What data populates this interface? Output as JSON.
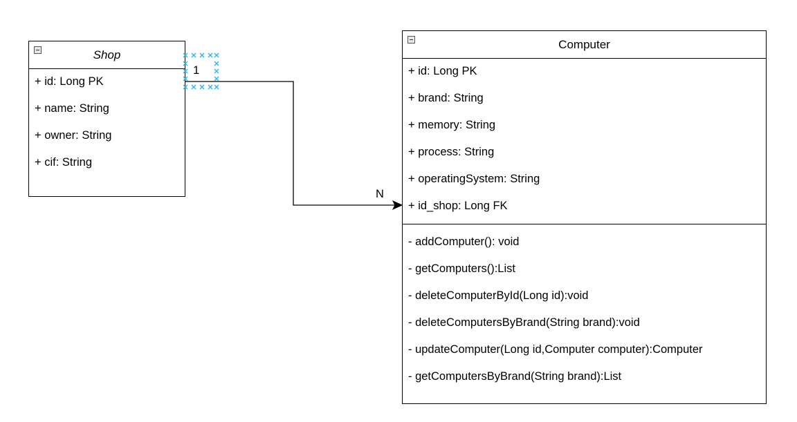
{
  "classes": {
    "shop": {
      "name": "Shop",
      "attributes": [
        "+ id: Long PK",
        "+ name: String",
        "+ owner: String",
        "+ cif: String"
      ]
    },
    "computer": {
      "name": "Computer",
      "attributes": [
        "+ id: Long PK",
        "+ brand: String",
        "+ memory: String",
        "+ process: String",
        "+ operatingSystem: String",
        "+ id_shop: Long FK"
      ],
      "methods": [
        "- addComputer(): void",
        "- getComputers():List",
        "- deleteComputerById(Long id):void",
        "- deleteComputersByBrand(String brand):void",
        "- updateComputer(Long id,Computer computer):Computer",
        "- getComputersByBrand(String brand):List"
      ]
    }
  },
  "relation": {
    "source_multiplicity": "1",
    "target_multiplicity": "N"
  },
  "colors": {
    "selection_handle": "#29b6f2",
    "line": "#000000"
  },
  "icons": {
    "collapse": "collapse-icon",
    "arrow": "arrowhead-icon",
    "handle": "selection-handle-icon"
  }
}
